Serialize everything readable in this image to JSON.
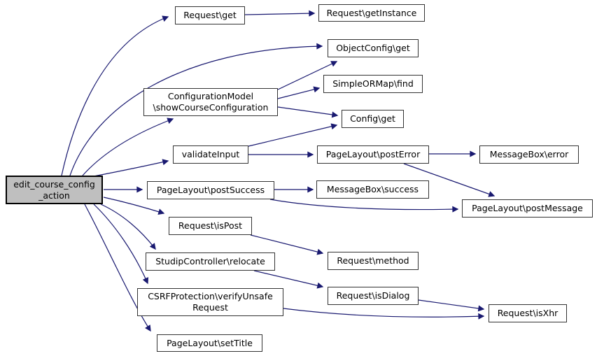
{
  "diagram": {
    "type": "call-graph",
    "background_color": "#ffffff",
    "edge_color": "#191970",
    "node_border_color": "#333333",
    "highlight_fill_color": "#bfbfbf",
    "nodes": [
      {
        "id": "edit-course-config-action",
        "label": "edit_course_config\n_action",
        "highlighted": true
      },
      {
        "id": "request-get",
        "label": "Request\\get",
        "highlighted": false
      },
      {
        "id": "request-getinstance",
        "label": "Request\\getInstance",
        "highlighted": false
      },
      {
        "id": "objectconfig-get",
        "label": "ObjectConfig\\get",
        "highlighted": false
      },
      {
        "id": "configurationmodel-showcourseconfiguration",
        "label": "ConfigurationModel\n\\showCourseConfiguration",
        "highlighted": false
      },
      {
        "id": "simpleormap-find",
        "label": "SimpleORMap\\find",
        "highlighted": false
      },
      {
        "id": "config-get",
        "label": "Config\\get",
        "highlighted": false
      },
      {
        "id": "validateinput",
        "label": "validateInput",
        "highlighted": false
      },
      {
        "id": "pagelayout-posterror",
        "label": "PageLayout\\postError",
        "highlighted": false
      },
      {
        "id": "messagebox-error",
        "label": "MessageBox\\error",
        "highlighted": false
      },
      {
        "id": "pagelayout-postsuccess",
        "label": "PageLayout\\postSuccess",
        "highlighted": false
      },
      {
        "id": "messagebox-success",
        "label": "MessageBox\\success",
        "highlighted": false
      },
      {
        "id": "pagelayout-postmessage",
        "label": "PageLayout\\postMessage",
        "highlighted": false
      },
      {
        "id": "request-ispost",
        "label": "Request\\isPost",
        "highlighted": false
      },
      {
        "id": "studipcontroller-relocate",
        "label": "StudipController\\relocate",
        "highlighted": false
      },
      {
        "id": "request-method",
        "label": "Request\\method",
        "highlighted": false
      },
      {
        "id": "request-isdialog",
        "label": "Request\\isDialog",
        "highlighted": false
      },
      {
        "id": "csrfprotection-verifyunsaferequest",
        "label": "CSRFProtection\\verifyUnsafe\nRequest",
        "highlighted": false
      },
      {
        "id": "request-isxhr",
        "label": "Request\\isXhr",
        "highlighted": false
      },
      {
        "id": "pagelayout-settitle",
        "label": "PageLayout\\setTitle",
        "highlighted": false
      }
    ],
    "edges": [
      {
        "from": "edit_course_config_action",
        "to": "Request\\get"
      },
      {
        "from": "edit_course_config_action",
        "to": "ObjectConfig\\get"
      },
      {
        "from": "edit_course_config_action",
        "to": "ConfigurationModel\\showCourseConfiguration"
      },
      {
        "from": "edit_course_config_action",
        "to": "validateInput"
      },
      {
        "from": "edit_course_config_action",
        "to": "PageLayout\\postSuccess"
      },
      {
        "from": "edit_course_config_action",
        "to": "Request\\isPost"
      },
      {
        "from": "edit_course_config_action",
        "to": "StudipController\\relocate"
      },
      {
        "from": "edit_course_config_action",
        "to": "CSRFProtection\\verifyUnsafeRequest"
      },
      {
        "from": "edit_course_config_action",
        "to": "PageLayout\\setTitle"
      },
      {
        "from": "Request\\get",
        "to": "Request\\getInstance"
      },
      {
        "from": "ConfigurationModel\\showCourseConfiguration",
        "to": "ObjectConfig\\get"
      },
      {
        "from": "ConfigurationModel\\showCourseConfiguration",
        "to": "SimpleORMap\\find"
      },
      {
        "from": "ConfigurationModel\\showCourseConfiguration",
        "to": "Config\\get"
      },
      {
        "from": "validateInput",
        "to": "Config\\get"
      },
      {
        "from": "validateInput",
        "to": "PageLayout\\postError"
      },
      {
        "from": "PageLayout\\postError",
        "to": "MessageBox\\error"
      },
      {
        "from": "PageLayout\\postError",
        "to": "PageLayout\\postMessage"
      },
      {
        "from": "PageLayout\\postSuccess",
        "to": "MessageBox\\success"
      },
      {
        "from": "PageLayout\\postSuccess",
        "to": "PageLayout\\postMessage"
      },
      {
        "from": "Request\\isPost",
        "to": "Request\\method"
      },
      {
        "from": "StudipController\\relocate",
        "to": "Request\\isDialog"
      },
      {
        "from": "Request\\isDialog",
        "to": "Request\\isXhr"
      },
      {
        "from": "CSRFProtection\\verifyUnsafeRequest",
        "to": "Request\\isXhr"
      }
    ]
  }
}
